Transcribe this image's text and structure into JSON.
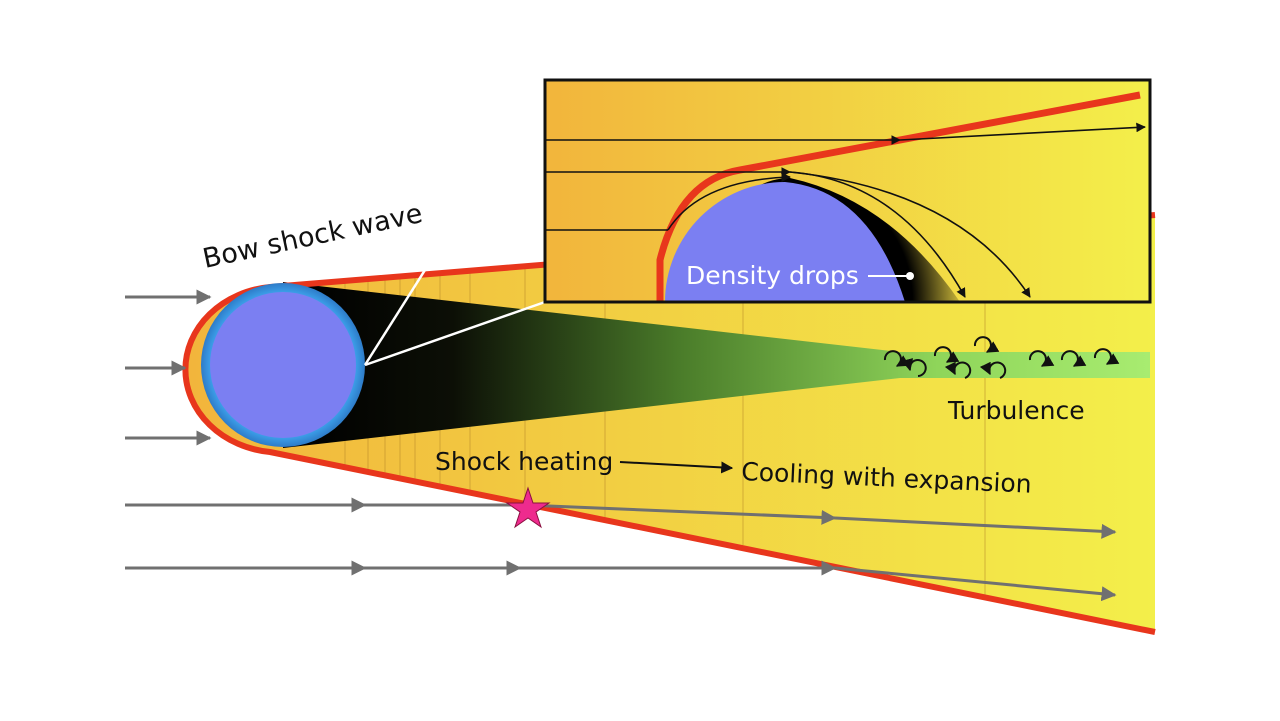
{
  "labels": {
    "bow_shock": "Bow shock wave",
    "density": "Density drops",
    "turbulence": "Turbulence",
    "shock_heating": "Shock heating",
    "cooling": "Cooling with expansion"
  },
  "colors": {
    "shocked_gas_start": "#f2b53c",
    "shocked_gas_end": "#f3ef4a",
    "shock_front": "#e8361c",
    "object": "#7b7ff2",
    "object_rim": "#3ea4ee",
    "wake_start": "#000000",
    "wake_end": "#a8ec70",
    "flow_arrow": "#707070",
    "star": "#ee2b8e"
  },
  "icons": {
    "heating_marker": "star-icon",
    "eddies": "circular-arrow-icon"
  }
}
